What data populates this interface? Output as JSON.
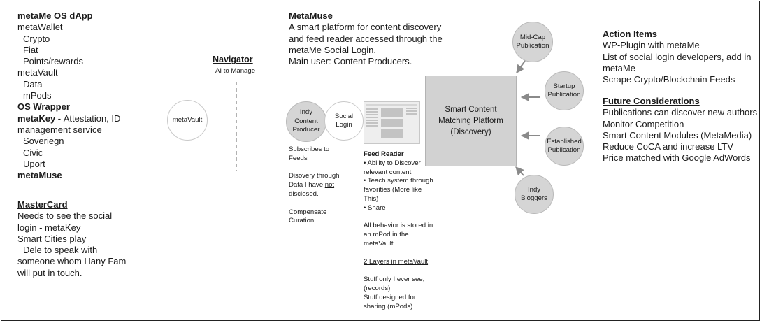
{
  "left": {
    "title": "metaMe OS dApp",
    "wallet": "metaWallet",
    "wallet_items": [
      "Crypto",
      "Fiat",
      "Points/rewards"
    ],
    "vault": "metaVault",
    "vault_items": [
      "Data",
      "mPods"
    ],
    "wrapper": "OS Wrapper",
    "metakey_bold": "metaKey - ",
    "metakey_rest": "Attestation, ID",
    "metakey_cont": "management service",
    "metakey_items": [
      "Soveriegn",
      "Civic",
      "Uport"
    ],
    "metamuse": "metaMuse"
  },
  "mastercard": {
    "title": "MasterCard",
    "lines": [
      "Needs to see the social",
      "login - metaKey",
      "Smart Cities play"
    ],
    "indented": "Dele to speak with",
    "more": [
      "someone whom Hany Fam",
      "will put in touch."
    ]
  },
  "navigator": {
    "title": "Navigator",
    "subtitle": "AI to Manage"
  },
  "metavault_circle": "metaVault",
  "metamuse": {
    "title": "MetaMuse",
    "lines": [
      "A smart platform for content discovery",
      "and feed reader accessed through the",
      "metaMe Social Login.",
      "Main user: Content Producers."
    ]
  },
  "circles": {
    "indy_producer": "Indy Content Producer",
    "social_login": "Social Login",
    "mid_cap": "Mid-Cap Publication",
    "startup": "Startup Publication",
    "established": "Established Publication",
    "indy_bloggers": "Indy Bloggers"
  },
  "platform": "Smart Content Matching Platform (Discovery)",
  "producer_notes": {
    "subscribes": [
      "Subscribes to",
      "Feeds"
    ],
    "discovery_a": [
      "Disovery through"
    ],
    "discovery_b_pre": "Data I have ",
    "discovery_b_ul": "not",
    "discovery_c": "disclosed.",
    "compensate": [
      "Compensate",
      "Curation"
    ]
  },
  "feed_reader": {
    "title": "Feed Reader",
    "bullets": [
      "• Ability to Discover",
      "relevant content",
      "• Teach system through",
      "favorities (More like",
      "This)",
      "• Share"
    ],
    "stored": [
      "All behavior is stored in",
      "an mPod in the",
      "metaVault"
    ],
    "layers": "2 Layers in metaVault",
    "stuff": [
      "Stuff only I ever see,",
      "(records)",
      "Stuff designed for",
      "sharing (mPods)"
    ]
  },
  "action_items": {
    "title": "Action Items",
    "lines": [
      "WP-Plugin with metaMe",
      "List of social login developers, add in",
      "metaMe",
      "Scrape Crypto/Blockchain Feeds"
    ]
  },
  "future": {
    "title": "Future Considerations",
    "lines": [
      "Publications can discover new authors",
      "Monitor Competition",
      "Smart Content Modules (MetaMedia)",
      "Reduce CoCA and increase LTV",
      "Price matched with Google AdWords"
    ]
  },
  "colors": {
    "circle_fill": "#d5d5d5",
    "platform_fill": "#d2d2d2",
    "arrow": "#8a8a8a",
    "border": "#222222"
  }
}
